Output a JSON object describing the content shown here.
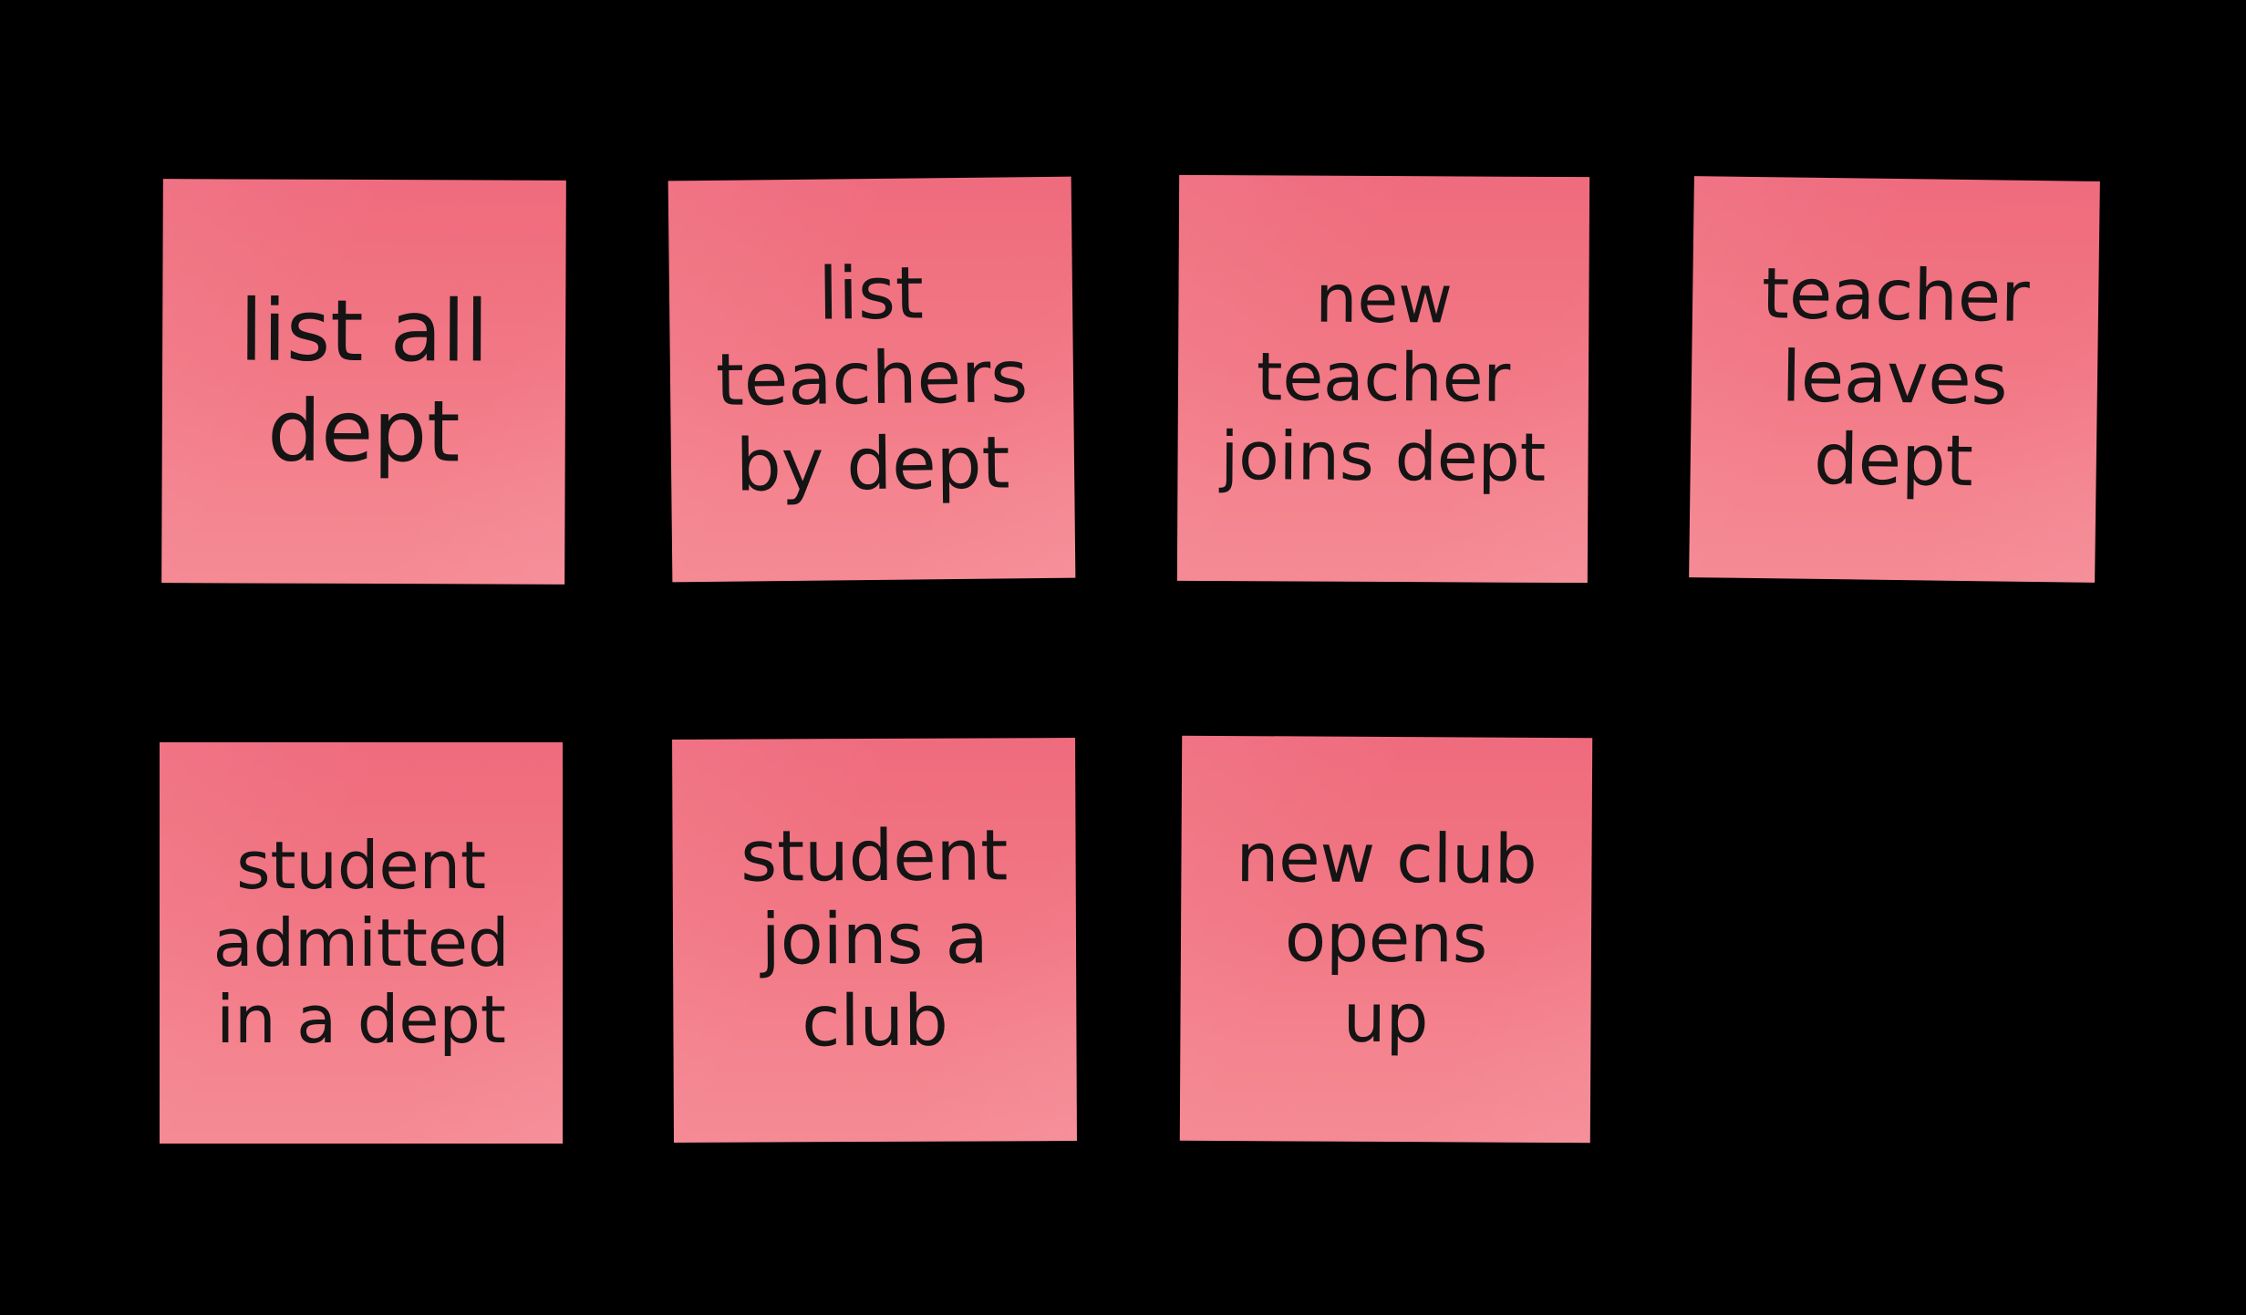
{
  "board": {
    "background_color": "#000000",
    "note_color": "#f0707f",
    "note_color_light": "#f58a94",
    "note_text_color": "#141414",
    "rows": 2,
    "note_count": 7
  },
  "notes": [
    {
      "id": "note-1",
      "row": 1,
      "column": 1,
      "text": "list all\ndept"
    },
    {
      "id": "note-2",
      "row": 1,
      "column": 2,
      "text": "list\nteachers\nby dept"
    },
    {
      "id": "note-3",
      "row": 1,
      "column": 3,
      "text": "new\nteacher\njoins dept"
    },
    {
      "id": "note-4",
      "row": 1,
      "column": 4,
      "text": "teacher\nleaves\ndept"
    },
    {
      "id": "note-5",
      "row": 2,
      "column": 1,
      "text": "student\nadmitted\nin a dept"
    },
    {
      "id": "note-6",
      "row": 2,
      "column": 2,
      "text": "student\njoins a\nclub"
    },
    {
      "id": "note-7",
      "row": 2,
      "column": 3,
      "text": "new club\nopens\nup"
    }
  ]
}
